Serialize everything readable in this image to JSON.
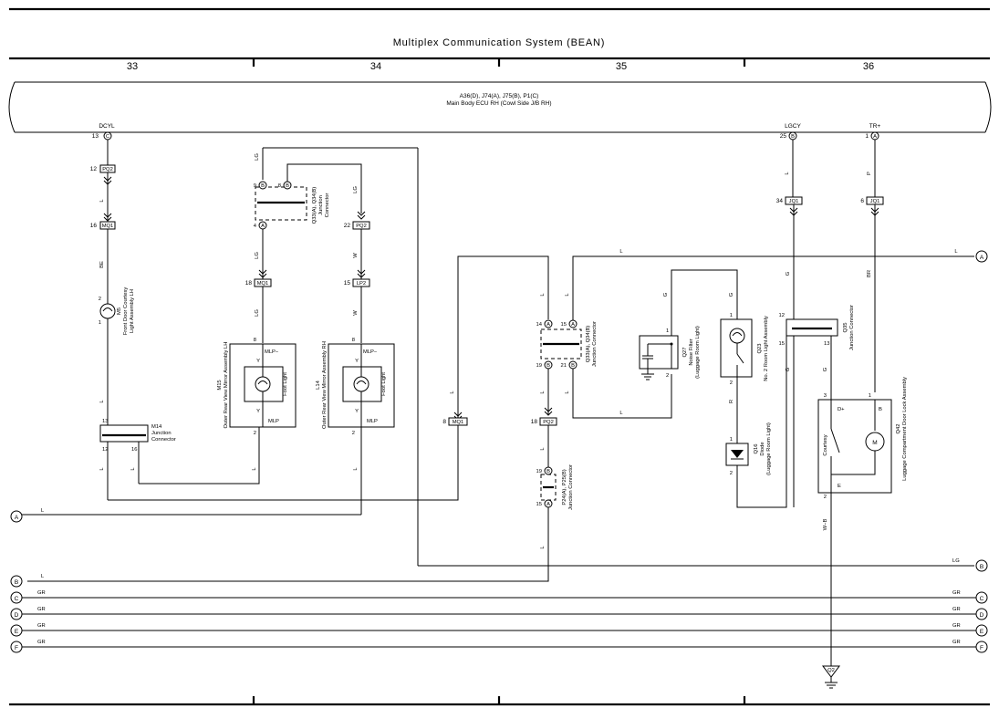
{
  "title": "Multiplex Communication System (BEAN)",
  "columns": [
    "33",
    "34",
    "35",
    "36"
  ],
  "ecu": {
    "line1": "A36(D), J74(A), J75(B), P1(C)",
    "line2": "Main Body ECU RH (Cowl Side J/B RH)"
  },
  "terminals": {
    "dcyl": "DCYL",
    "dcyl_pin": "13",
    "dcyl_conn": "C",
    "lgcy": "LGCY",
    "lgcy_pin": "25",
    "lgcy_conn": "B",
    "trp": "TR+",
    "trp_pin": "1",
    "trp_conn": "A"
  },
  "connectors": {
    "pq2_a": "PQ2",
    "pq2_a_pin": "12",
    "mq1_a": "MQ1",
    "mq1_a_pin": "16",
    "pq2_b": "PQ2",
    "pq2_b_pin": "22",
    "mq1_b": "MQ1",
    "mq1_b_pin": "18",
    "lp2": "LP2",
    "lp2_pin": "15",
    "mq1_c": "MQ1",
    "mq1_c_pin": "8",
    "pq2_c": "PQ2",
    "pq2_c_pin": "18",
    "jq1_a": "JQ1",
    "jq1_a_pin": "34",
    "jq1_b": "JQ1",
    "jq1_b_pin": "6",
    "q2": "Q2"
  },
  "components": {
    "m5": [
      "M5",
      "Front Door Courtesy",
      "Light Assembly LH"
    ],
    "m14": [
      "M14",
      "Junction",
      "Connector"
    ],
    "q33_top": [
      "Q33(A), Q34(B)",
      "Junction",
      "Connector"
    ],
    "m15": [
      "M15",
      "Outer Rear View Mirror Assembly LH"
    ],
    "l14": [
      "L14",
      "Outer Rear View Mirror Assembly RH"
    ],
    "foot_light": "Foot Light",
    "q33_mid": [
      "Q33(A), Q34(B)",
      "Junction Connector"
    ],
    "p24": [
      "P24(A), P25(B)",
      "Junction Connector"
    ],
    "q27": [
      "Q27",
      "Noise Filter",
      "(Luggage Room Light)"
    ],
    "q23": [
      "Q23",
      "No. 2 Room Light Assembly"
    ],
    "q16": [
      "Q16",
      "Diode",
      "(Luggage Room Light)"
    ],
    "q35": [
      "Q35",
      "Junction Connector"
    ],
    "q42": [
      "Q42",
      "Luggage Compartment Door Lock Assembly"
    ],
    "mlp_minus": "MLP−",
    "mlp": "MLP",
    "courtesy": "Courtesy",
    "d_plus": "D+",
    "b": "B",
    "e": "E",
    "motor": "M"
  },
  "wire_colors": {
    "L": "L",
    "BE": "BE",
    "LG": "LG",
    "W": "W",
    "Y": "Y",
    "G": "G",
    "R": "R",
    "P": "P",
    "BR": "BR",
    "GR": "GR",
    "WB": "W−B"
  },
  "bus_labels": [
    "A",
    "B",
    "C",
    "D",
    "E",
    "F"
  ]
}
